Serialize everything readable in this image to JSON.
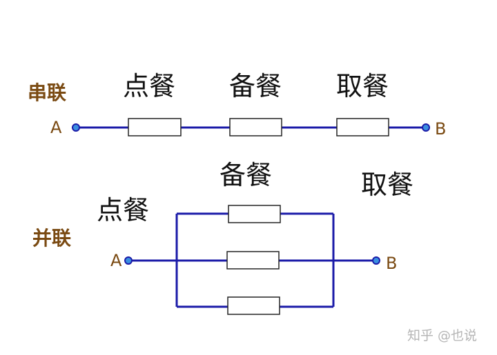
{
  "series_section": {
    "label": "串联",
    "node_a": "A",
    "node_b": "B",
    "stages": [
      "点餐",
      "备餐",
      "取餐"
    ]
  },
  "parallel_section": {
    "label": "并联",
    "node_a": "A",
    "node_b": "B",
    "stages": [
      "点餐",
      "备餐",
      "取餐"
    ]
  },
  "watermark": "知乎 @也说",
  "colors": {
    "wire": "#1a1aa8",
    "label": "#7a4a12",
    "text": "#111111",
    "node_fill": "#3a8fe0"
  }
}
